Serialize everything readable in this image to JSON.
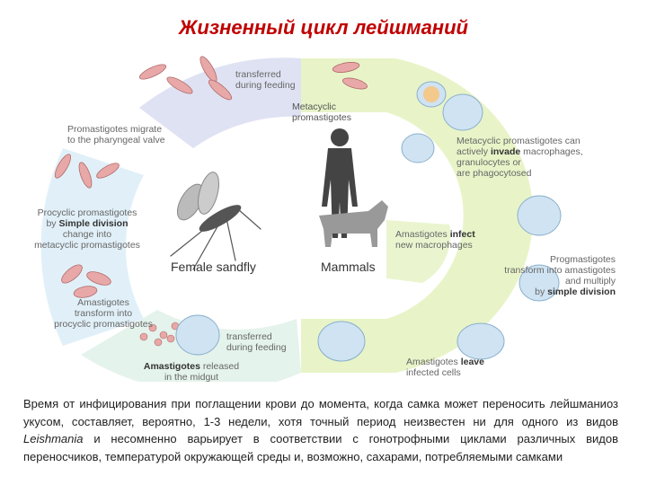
{
  "title": "Жизненный цикл лейшманий",
  "labels": {
    "transferred_top": [
      "transferred",
      "during feeding"
    ],
    "metacyclic": [
      "Metacyclic",
      "promastigotes"
    ],
    "pharyngeal": [
      "Promastigotes migrate",
      "to the pharyngeal valve"
    ],
    "invade_1": "Metacyclic promastigotes can",
    "invade_2_pre": "actively ",
    "invade_2_bold": "invade",
    "invade_2_post": " macrophages,",
    "invade_3": "granulocytes or",
    "invade_4": "are phagocytosed",
    "procyclic_1": "Procyclic promastigotes",
    "procyclic_2_pre": "by ",
    "procyclic_2_bold": "Simple division",
    "procyclic_3": "change into",
    "procyclic_4": "metacyclic promastigotes",
    "infect_pre": "Amastigotes ",
    "infect_bold": "infect",
    "infect_2": "new macrophages",
    "progmast_1": "Progmastigotes",
    "progmast_2": "transform into amastigotes",
    "progmast_3": "and multiply",
    "progmast_4_pre": "by ",
    "progmast_4_bold": "simple division",
    "female_sandfly": "Female sandfly",
    "mammals": "Mammals",
    "amast_transform": [
      "Amastigotes",
      "transform into",
      "procyclic promastigotes"
    ],
    "transferred_bottom": [
      "transferred",
      "during feeding"
    ],
    "released_bold": "Amastigotes",
    "released_rest": " released",
    "released_2": "in the midgut",
    "leave_pre": "Amastigotes ",
    "leave_bold": "leave",
    "leave_2": "infected cells"
  },
  "caption": {
    "part1": "Время от инфицирования при поглащении крови до момента, когда самка может переносить лейшманиоз укусом, составляет, вероятно, 1-3 недели, хотя точный период неизвестен  ни для одного из видов ",
    "species": "Leishmania",
    "part2": " и несомненно варьирует в соответствии с гонотрофными циклами различных видов переносчиков, температурой окружающей среды и, возможно, сахарами, потребляемыми самками"
  },
  "colors": {
    "title": "#c00000",
    "sandfly_arc": "#dfe2f3",
    "mammal_arc": "#e8f4c8",
    "parasite_pink": "#e8a8a8",
    "macrophage": "#cfe3f2"
  }
}
